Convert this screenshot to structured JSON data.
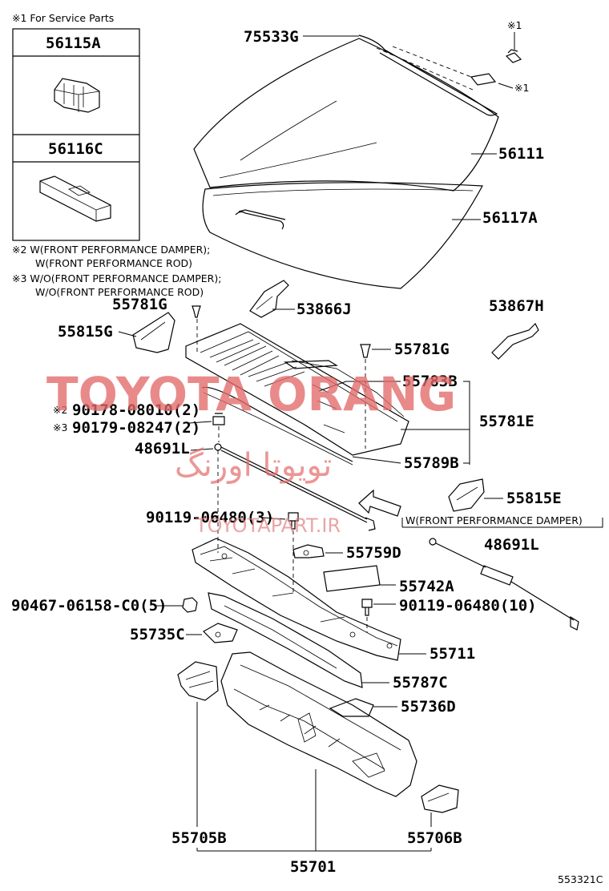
{
  "service_box": {
    "header": "※1 For Service Parts",
    "part_a": "56115A",
    "part_b": "56116C"
  },
  "notes": {
    "note2_line1": "※2 W(FRONT PERFORMANCE DAMPER);",
    "note2_line2": "W(FRONT PERFORMANCE ROD)",
    "note3_line1": "※3 W/O(FRONT PERFORMANCE DAMPER);",
    "note3_line2": "W/O(FRONT PERFORMANCE ROD)",
    "damper_note": "W(FRONT PERFORMANCE DAMPER)"
  },
  "marks": {
    "ref1_top": "※1",
    "ref1_side": "※1",
    "ref2": "※2",
    "ref3": "※3"
  },
  "labels": {
    "p75533G": "75533G",
    "p56111": "56111",
    "p56117A": "56117A",
    "p53866J": "53866J",
    "p53867H": "53867H",
    "p55781G_left": "55781G",
    "p55815G": "55815G",
    "p55781G_right": "55781G",
    "p55783B": "55783B",
    "p55781E": "55781E",
    "p90178": "90178-08010(2)",
    "p90179": "90179-08247(2)",
    "p48691L_left": "48691L",
    "p55789B": "55789B",
    "p55815E": "55815E",
    "p90119_3": "90119-06480(3)",
    "p48691L_right": "48691L",
    "p55759D": "55759D",
    "p55742A": "55742A",
    "p90467": "90467-06158-C0(5)",
    "p90119_10": "90119-06480(10)",
    "p55735C": "55735C",
    "p55711": "55711",
    "p55787C": "55787C",
    "p55736D": "55736D",
    "p55705B": "55705B",
    "p55706B": "55706B",
    "p55701": "55701"
  },
  "watermark": {
    "main": "TOYOTA ORANG",
    "persian": "تویوتا اورنگ",
    "site": "TOYOTAPART.IR"
  },
  "diagram_id": "553321C"
}
